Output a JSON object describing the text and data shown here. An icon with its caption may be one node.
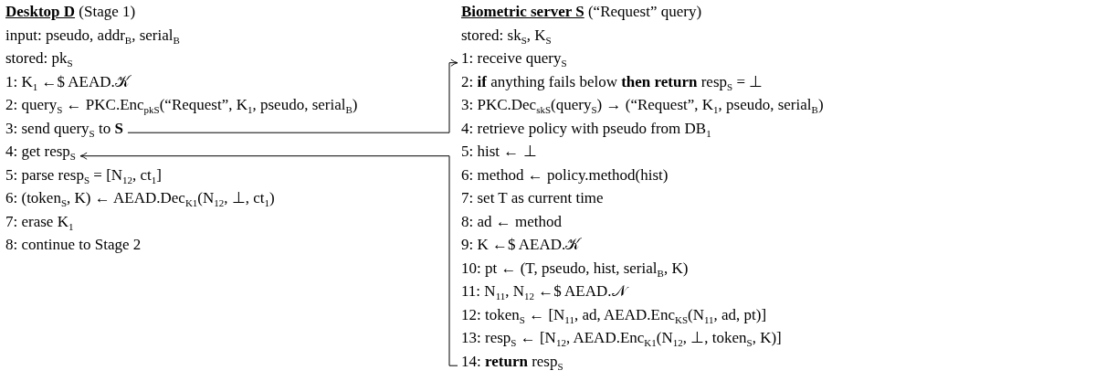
{
  "diagram": {
    "nodes": [
      {
        "text": [
          "3: send query$_{S}$ to **S**"
        ]
      },
      {
        "text": [
          "4: get resp$_{S}$"
        ]
      },
      {
        "text": [
          "1: receive query$_{S}$"
        ]
      },
      {
        "text": [
          "14: **return** resp$_{S}$"
        ]
      }
    ],
    "edges": [
      {
        "from": 0,
        "to": 2,
        "arrow": "to"
      },
      {
        "from": 3,
        "to": 1,
        "arrow": "to"
      }
    ],
    "labels": [
      "**Desktop D** (Stage 1)",
      "input: pseudo, addr$_{B}$, serial$_{B}$",
      "stored: pk$_{S}$",
      "1: K$_{1}$ ←$ AEAD.𝒦",
      "2: query$_{S}$ ← PKC.Enc$_{pkS}$(“Request”, K$_{1}$, pseudo, serial$_{B}$)",
      "5: parse resp$_{S}$ = [N$_{12}$, ct$_{1}$]",
      "6: (token$_{S}$, K) ← AEAD.Dec$_{K1}$(N$_{12}$, ⊥, ct$_{1}$)",
      "7: erase K$_{1}$",
      "8: continue to Stage 2",
      "**Biometric server S** (“Request” query)",
      "stored: sk$_{S}$, K$_{S}$",
      "2: **if** anything fails below **then return** resp$_{S}$ = ⊥",
      "3: PKC.Dec$_{skS}$(query$_{S}$) → (“Request”, K$_{1}$, pseudo, serial$_{B}$)",
      "4: retrieve policy with pseudo from DB$_{1}$",
      "5: hist ← ⊥",
      "6: method ← policy.method(hist)",
      "7: set T as current time",
      "8: ad ← method",
      "9: K ←$ AEAD.𝒦",
      "10: pt ← (T, pseudo, hist, serial$_{B}$, K)",
      "11: N$_{11}$, N$_{12}$ ←$ AEAD.𝒩",
      "12: token$_{S}$ ← [N$_{11}$, ad, AEAD.Enc$_{KS}$(N$_{11}$, ad, pt)]",
      "13: resp$_{S}$ ← [N$_{12}$, AEAD.Enc$_{K1}$(N$_{12}$, ⊥, token$_{S}$, K)]"
    ]
  }
}
